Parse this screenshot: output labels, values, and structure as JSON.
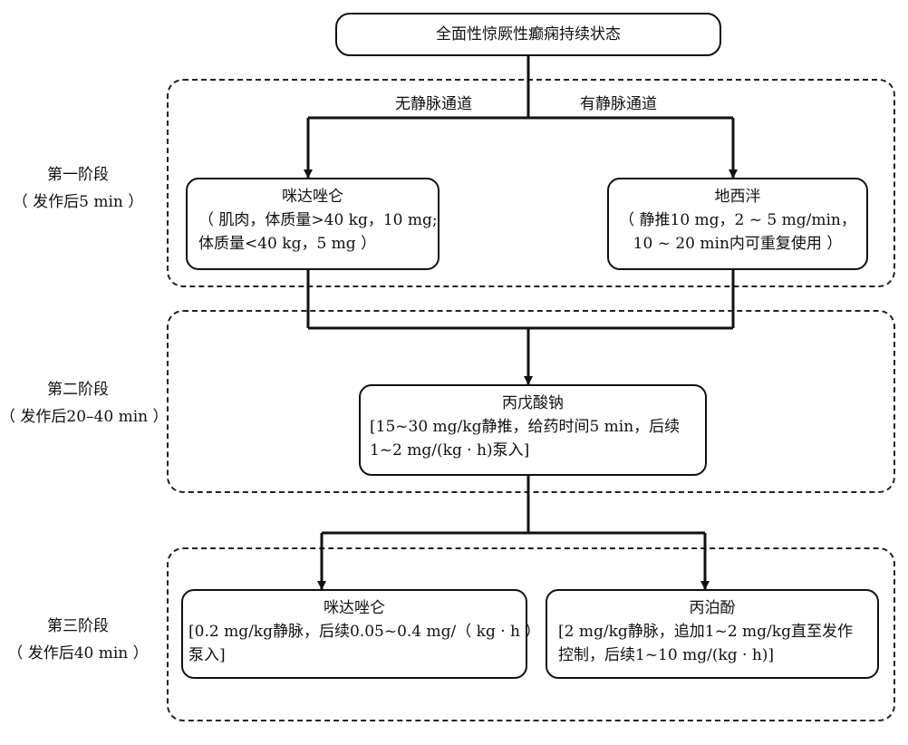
{
  "top": {
    "title": "全面性惊厥性癫痫持续状态"
  },
  "stage1": {
    "label": "第一阶段",
    "time": "（ 发作后5 min ）",
    "branch_left": "无静脉通道",
    "branch_right": "有静脉通道",
    "left_box": {
      "title": "咪达唑仑",
      "line1": "（ 肌肉，体质量>40 kg，10 mg;",
      "line2": "体质量<40 kg，5 mg ）"
    },
    "right_box": {
      "title": "地西泮",
      "line1": "（ 静推10 mg，2 ~ 5 mg/min，",
      "line2": "10 ~ 20 min内可重复使用 ）"
    }
  },
  "stage2": {
    "label": "第二阶段",
    "time": "（ 发作后20–40 min ）",
    "box": {
      "title": "丙戊酸钠",
      "line1": "[15~30 mg/kg静推，给药时间5 min，后续",
      "line2": "1~2 mg/(kg · h)泵入]"
    }
  },
  "stage3": {
    "label": "第三阶段",
    "time": "（ 发作后40 min ）",
    "left_box": {
      "title": "咪达唑仑",
      "line1": "[0.2 mg/kg静脉，后续0.05~0.4 mg/（ kg · h ）",
      "line2": "泵入]"
    },
    "right_box": {
      "title": "丙泊酚",
      "line1": "[2 mg/kg静脉，追加1~2 mg/kg直至发作",
      "line2": "控制，后续1~10 mg/(kg · h)]"
    }
  },
  "caption": ""
}
